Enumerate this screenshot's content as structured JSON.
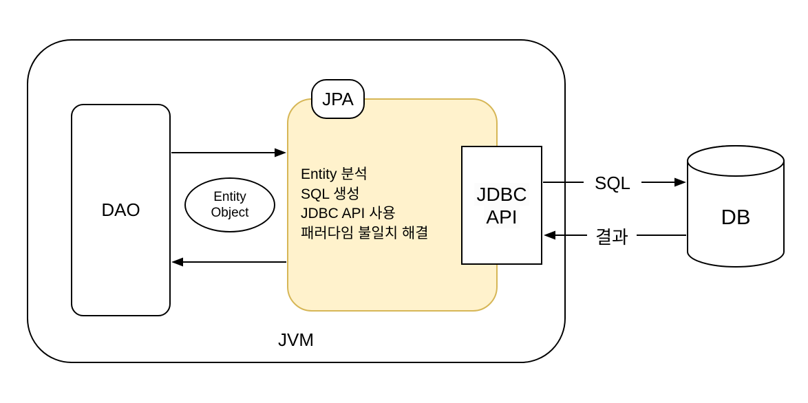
{
  "diagram": {
    "jvm_label": "JVM",
    "dao_label": "DAO",
    "entity_object_lines": [
      "Entity",
      "Object"
    ],
    "jpa_badge_label": "JPA",
    "jpa_features": [
      "Entity 분석",
      "SQL 생성",
      "JDBC API 사용",
      "패러다임 불일치 해결"
    ],
    "jdbc_api_lines": [
      "JDBC",
      "API"
    ],
    "db_label": "DB",
    "edge_labels": {
      "sql": "SQL",
      "result": "결과"
    },
    "colors": {
      "jpa_fill": "#FFF2CC",
      "jpa_stroke": "#D6B656",
      "line": "#000000",
      "background": "#FFFFFF"
    }
  }
}
